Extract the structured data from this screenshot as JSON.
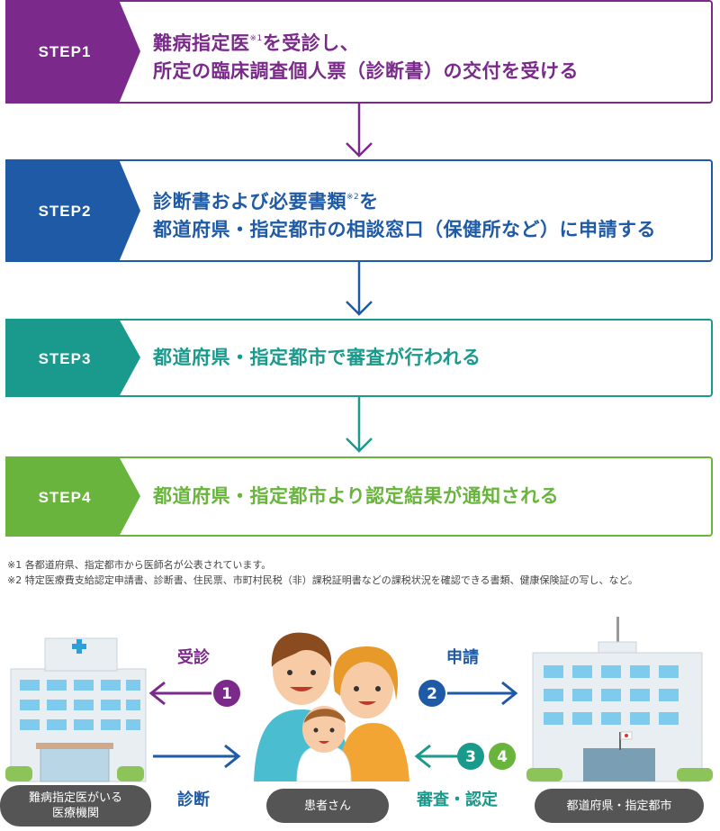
{
  "colors": {
    "step1": "#7b2a8c",
    "step2": "#1e5aa6",
    "step3": "#1a9a8c",
    "step4": "#68b43c",
    "caption_bg": "#555555"
  },
  "steps": [
    {
      "label": "STEP1",
      "line1": "難病指定医",
      "line1_sup": "※1",
      "line1_rest": "を受診し、",
      "line2": "所定の臨床調査個人票（診断書）の交付を受ける"
    },
    {
      "label": "STEP2",
      "line1": "診断書および必要書類",
      "line1_sup": "※2",
      "line1_rest": "を",
      "line2": "都道府県・指定都市の相談窓口（保健所など）に申請する"
    },
    {
      "label": "STEP3",
      "line1": "都道府県・指定都市で審査が行われる"
    },
    {
      "label": "STEP4",
      "line1": "都道府県・指定都市より認定結果が通知される"
    }
  ],
  "notes": [
    "※1 各都道府県、指定都市から医師名が公表されています。",
    "※2 特定医療費支給認定申請書、診断書、住民票、市町村民税（非）課税証明書などの課税状況を確認できる書類、健康保険証の写し、など。"
  ],
  "flow": {
    "consult": {
      "label": "受診",
      "number": "1"
    },
    "diagnosis": {
      "label": "診断"
    },
    "apply": {
      "label": "申請",
      "number": "2"
    },
    "review": {
      "label": "審査・認定",
      "numbers": [
        "3",
        "4"
      ]
    }
  },
  "captions": {
    "hospital_line1": "難病指定医がいる",
    "hospital_line2": "医療機関",
    "patient": "患者さん",
    "government": "都道府県・指定都市"
  }
}
